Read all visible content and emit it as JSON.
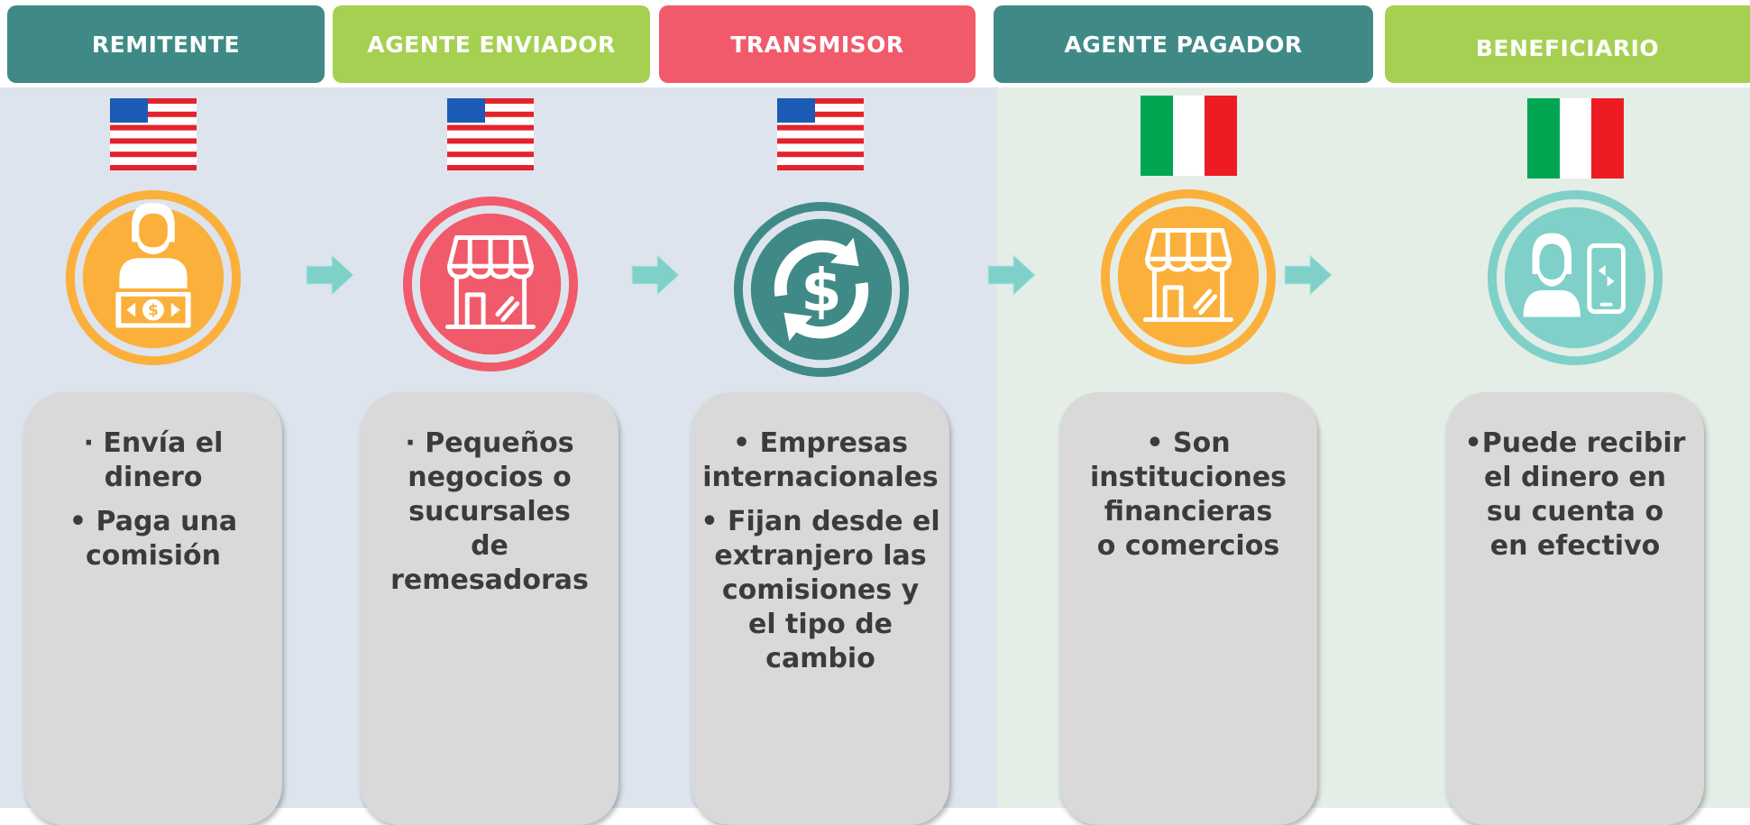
{
  "stages": [
    {
      "key": "remitente",
      "title": "REMITENTE",
      "color": "#3f8a87",
      "country": "us",
      "icon": "woman-with-money-icon",
      "circle_color": "#fbb03b",
      "bullets": [
        {
          "lines": [
            "· Envía el",
            "dinero"
          ]
        },
        {
          "lines": [
            "• Paga una",
            "comisión"
          ]
        }
      ]
    },
    {
      "key": "agente-enviador",
      "title": "AGENTE ENVIADOR",
      "color": "#a6d052",
      "country": "us",
      "icon": "storefront-icon",
      "circle_color": "#f15a6b",
      "bullets": [
        {
          "lines": [
            "· Pequeños",
            "negocios o",
            "sucursales",
            "de",
            "remesadoras"
          ]
        }
      ]
    },
    {
      "key": "transmisor",
      "title": "TRANSMISOR",
      "color": "#f15a6b",
      "country": "us",
      "icon": "dollar-exchange-icon",
      "circle_color": "#3f8a87",
      "bullets": [
        {
          "lines": [
            "• Empresas",
            "internacionales"
          ]
        },
        {
          "lines": [
            "• Fijan desde el",
            "extranjero  las",
            "comisiones y",
            "el tipo de",
            "cambio"
          ]
        }
      ]
    },
    {
      "key": "agente-pagador",
      "title": "AGENTE PAGADOR",
      "color": "#3f8a87",
      "country": "it",
      "icon": "storefront-icon",
      "circle_color": "#fbb03b",
      "bullets": [
        {
          "lines": [
            "• Son",
            "instituciones",
            "financieras",
            "o comercios"
          ]
        }
      ]
    },
    {
      "key": "beneficiario",
      "title": "BENEFICIARIO",
      "color": "#a6d052",
      "country": "it",
      "icon": "person-with-phone-icon",
      "circle_color": "#7fd0c8",
      "bullets": [
        {
          "lines": [
            "•Puede recibir",
            "el dinero en",
            "su cuenta o",
            "en efectivo"
          ]
        }
      ]
    }
  ],
  "arrow_color": "#7fd0c8",
  "flags": {
    "us": "us-flag-icon",
    "it": "italy-flag-icon"
  }
}
